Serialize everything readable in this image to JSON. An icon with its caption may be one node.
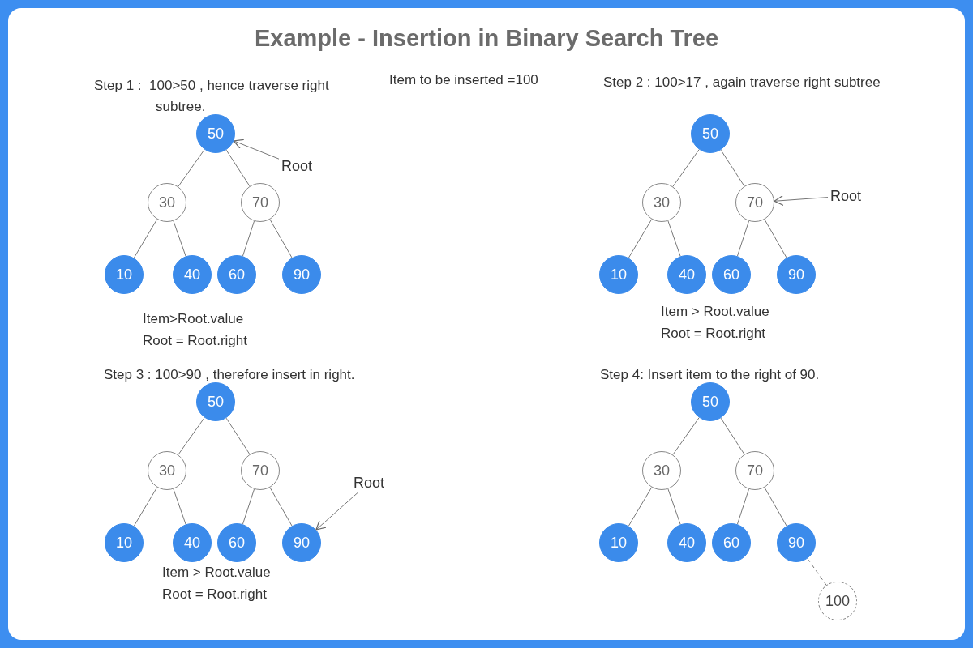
{
  "diagram": {
    "title": "Example - Insertion in Binary Search Tree",
    "nodes": [
      {
        "text": [
          "50"
        ]
      },
      {
        "text": [
          "30"
        ]
      },
      {
        "text": [
          "70"
        ]
      },
      {
        "text": [
          "10"
        ]
      },
      {
        "text": [
          "40"
        ]
      },
      {
        "text": [
          "60"
        ]
      },
      {
        "text": [
          "90"
        ]
      },
      {
        "text": [
          "Root"
        ]
      },
      {
        "text": [
          "50"
        ]
      },
      {
        "text": [
          "30"
        ]
      },
      {
        "text": [
          "70"
        ]
      },
      {
        "text": [
          "10"
        ]
      },
      {
        "text": [
          "40"
        ]
      },
      {
        "text": [
          "60"
        ]
      },
      {
        "text": [
          "90"
        ]
      },
      {
        "text": [
          "Root"
        ]
      },
      {
        "text": [
          "50"
        ]
      },
      {
        "text": [
          "30"
        ]
      },
      {
        "text": [
          "70"
        ]
      },
      {
        "text": [
          "10"
        ]
      },
      {
        "text": [
          "40"
        ]
      },
      {
        "text": [
          "60"
        ]
      },
      {
        "text": [
          "90"
        ]
      },
      {
        "text": [
          "Root"
        ]
      },
      {
        "text": [
          "50"
        ]
      },
      {
        "text": [
          "30"
        ]
      },
      {
        "text": [
          "70"
        ]
      },
      {
        "text": [
          "10"
        ]
      },
      {
        "text": [
          "40"
        ]
      },
      {
        "text": [
          "60"
        ]
      },
      {
        "text": [
          "90"
        ]
      },
      {
        "text": [
          "100"
        ]
      }
    ],
    "edges": [
      {
        "from": 0,
        "to": 1,
        "arrow": "none"
      },
      {
        "from": 0,
        "to": 2,
        "arrow": "none"
      },
      {
        "from": 1,
        "to": 3,
        "arrow": "none"
      },
      {
        "from": 1,
        "to": 4,
        "arrow": "none"
      },
      {
        "from": 2,
        "to": 5,
        "arrow": "none"
      },
      {
        "from": 2,
        "to": 6,
        "arrow": "none"
      },
      {
        "from": 7,
        "to": 0,
        "arrow": "to"
      },
      {
        "from": 8,
        "to": 9,
        "arrow": "none"
      },
      {
        "from": 8,
        "to": 10,
        "arrow": "none"
      },
      {
        "from": 9,
        "to": 11,
        "arrow": "none"
      },
      {
        "from": 9,
        "to": 12,
        "arrow": "none"
      },
      {
        "from": 10,
        "to": 13,
        "arrow": "none"
      },
      {
        "from": 10,
        "to": 14,
        "arrow": "none"
      },
      {
        "from": 15,
        "to": 10,
        "arrow": "to"
      },
      {
        "from": 16,
        "to": 17,
        "arrow": "none"
      },
      {
        "from": 16,
        "to": 18,
        "arrow": "none"
      },
      {
        "from": 17,
        "to": 19,
        "arrow": "none"
      },
      {
        "from": 17,
        "to": 20,
        "arrow": "none"
      },
      {
        "from": 18,
        "to": 21,
        "arrow": "none"
      },
      {
        "from": 18,
        "to": 22,
        "arrow": "none"
      },
      {
        "from": 23,
        "to": 22,
        "arrow": "to"
      },
      {
        "from": 24,
        "to": 25,
        "arrow": "none"
      },
      {
        "from": 24,
        "to": 26,
        "arrow": "none"
      },
      {
        "from": 25,
        "to": 27,
        "arrow": "none"
      },
      {
        "from": 25,
        "to": 28,
        "arrow": "none"
      },
      {
        "from": 26,
        "to": 29,
        "arrow": "none"
      },
      {
        "from": 26,
        "to": 30,
        "arrow": "none"
      },
      {
        "from": 30,
        "to": 31,
        "arrow": "none",
        "style": "dashed"
      }
    ],
    "labels": [
      "Step 1 :  100>50 , hence traverse right subtree.",
      "Item to be inserted =100",
      "Step 2 : 100>17 , again traverse right subtree",
      "Item>Root.value",
      "Root = Root.right",
      "Item > Root.value",
      "Root = Root.right",
      "Step 3 : 100>90 , therefore insert in right.",
      "Step 4: Insert item to the right of 90.",
      "Item > Root.value",
      "Root = Root.right"
    ]
  }
}
